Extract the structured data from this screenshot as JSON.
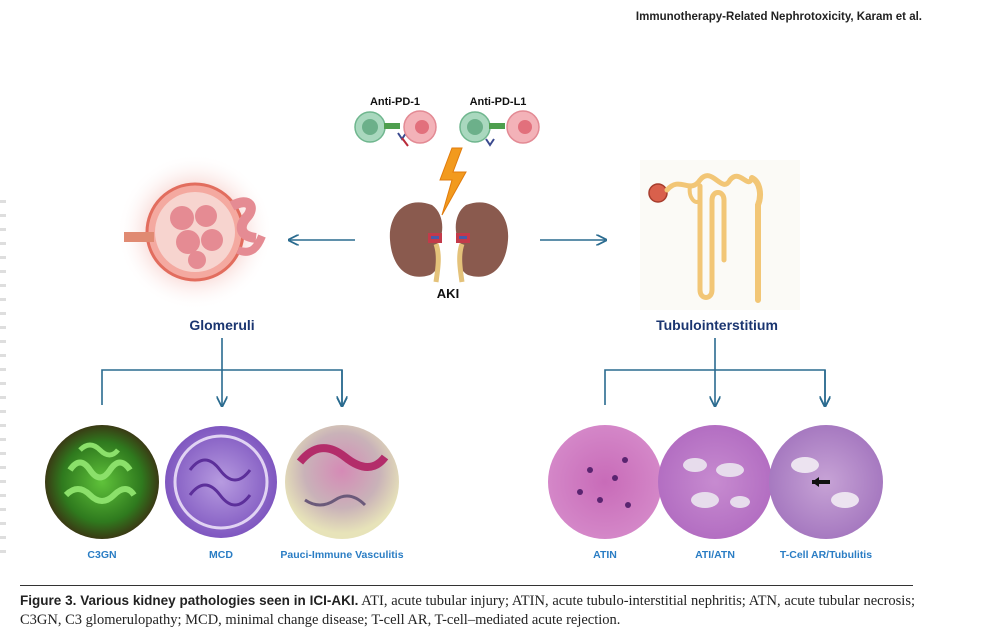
{
  "running_head": "Immunotherapy-Related Nephrotoxicity, Karam et al.",
  "figure": {
    "top_labels": {
      "left": "Anti-PD-1",
      "right": "Anti-PD-L1"
    },
    "center_label": "AKI",
    "branches": {
      "left": "Glomeruli",
      "right": "Tubulointerstitium"
    },
    "pathologies_left": [
      "C3GN",
      "MCD",
      "Pauci-Immune Vasculitis"
    ],
    "pathologies_right": [
      "ATIN",
      "ATI/ATN",
      "T-Cell AR/Tubulitis"
    ],
    "colors": {
      "branch_label": "#1a3570",
      "arrow": "#2a6b8f",
      "pathology_label": "#2a7dc4",
      "kidney": "#8a5a4e",
      "lightning": "#f29a1e"
    }
  },
  "caption": {
    "title": "Figure 3. Various kidney pathologies seen in ICI-AKI.",
    "text": " ATI, acute tubular injury; ATIN, acute tubulo-interstitial nephritis; ATN, acute tubular necrosis; C3GN, C3 glomerulopathy; MCD, minimal change disease; T-cell AR, T-cell–mediated acute rejection."
  }
}
